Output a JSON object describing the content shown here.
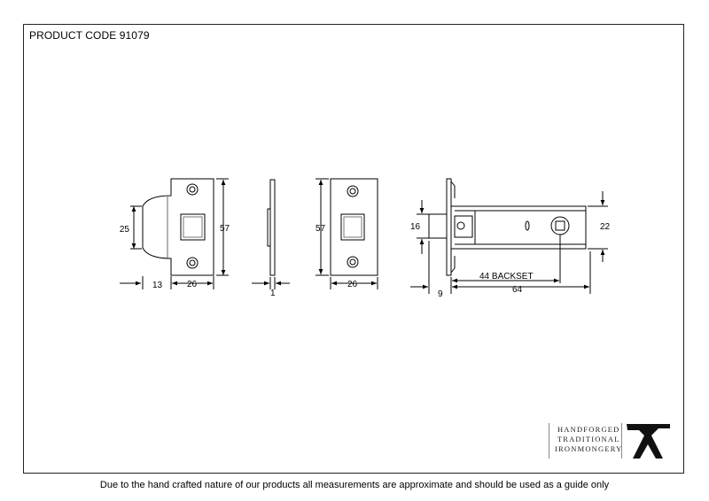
{
  "header": {
    "product_code": "PRODUCT CODE 91079"
  },
  "dimensions": {
    "keep_height": "25",
    "keep_depth": "13",
    "keep_width": "26",
    "keep_length": "57",
    "plate_thickness": "1",
    "strike_length": "57",
    "strike_width": "26",
    "bolt_height": "16",
    "case_height": "22",
    "backset": "44 BACKSET",
    "bolt_projection": "9",
    "case_length": "64"
  },
  "logo": {
    "line1": "HANDFORGED",
    "line2": "TRADITIONAL",
    "line3": "IRONMONGERY"
  },
  "footer": {
    "disclaimer": "Due to the hand crafted nature of our products all measurements are approximate and should be used as a guide only"
  }
}
